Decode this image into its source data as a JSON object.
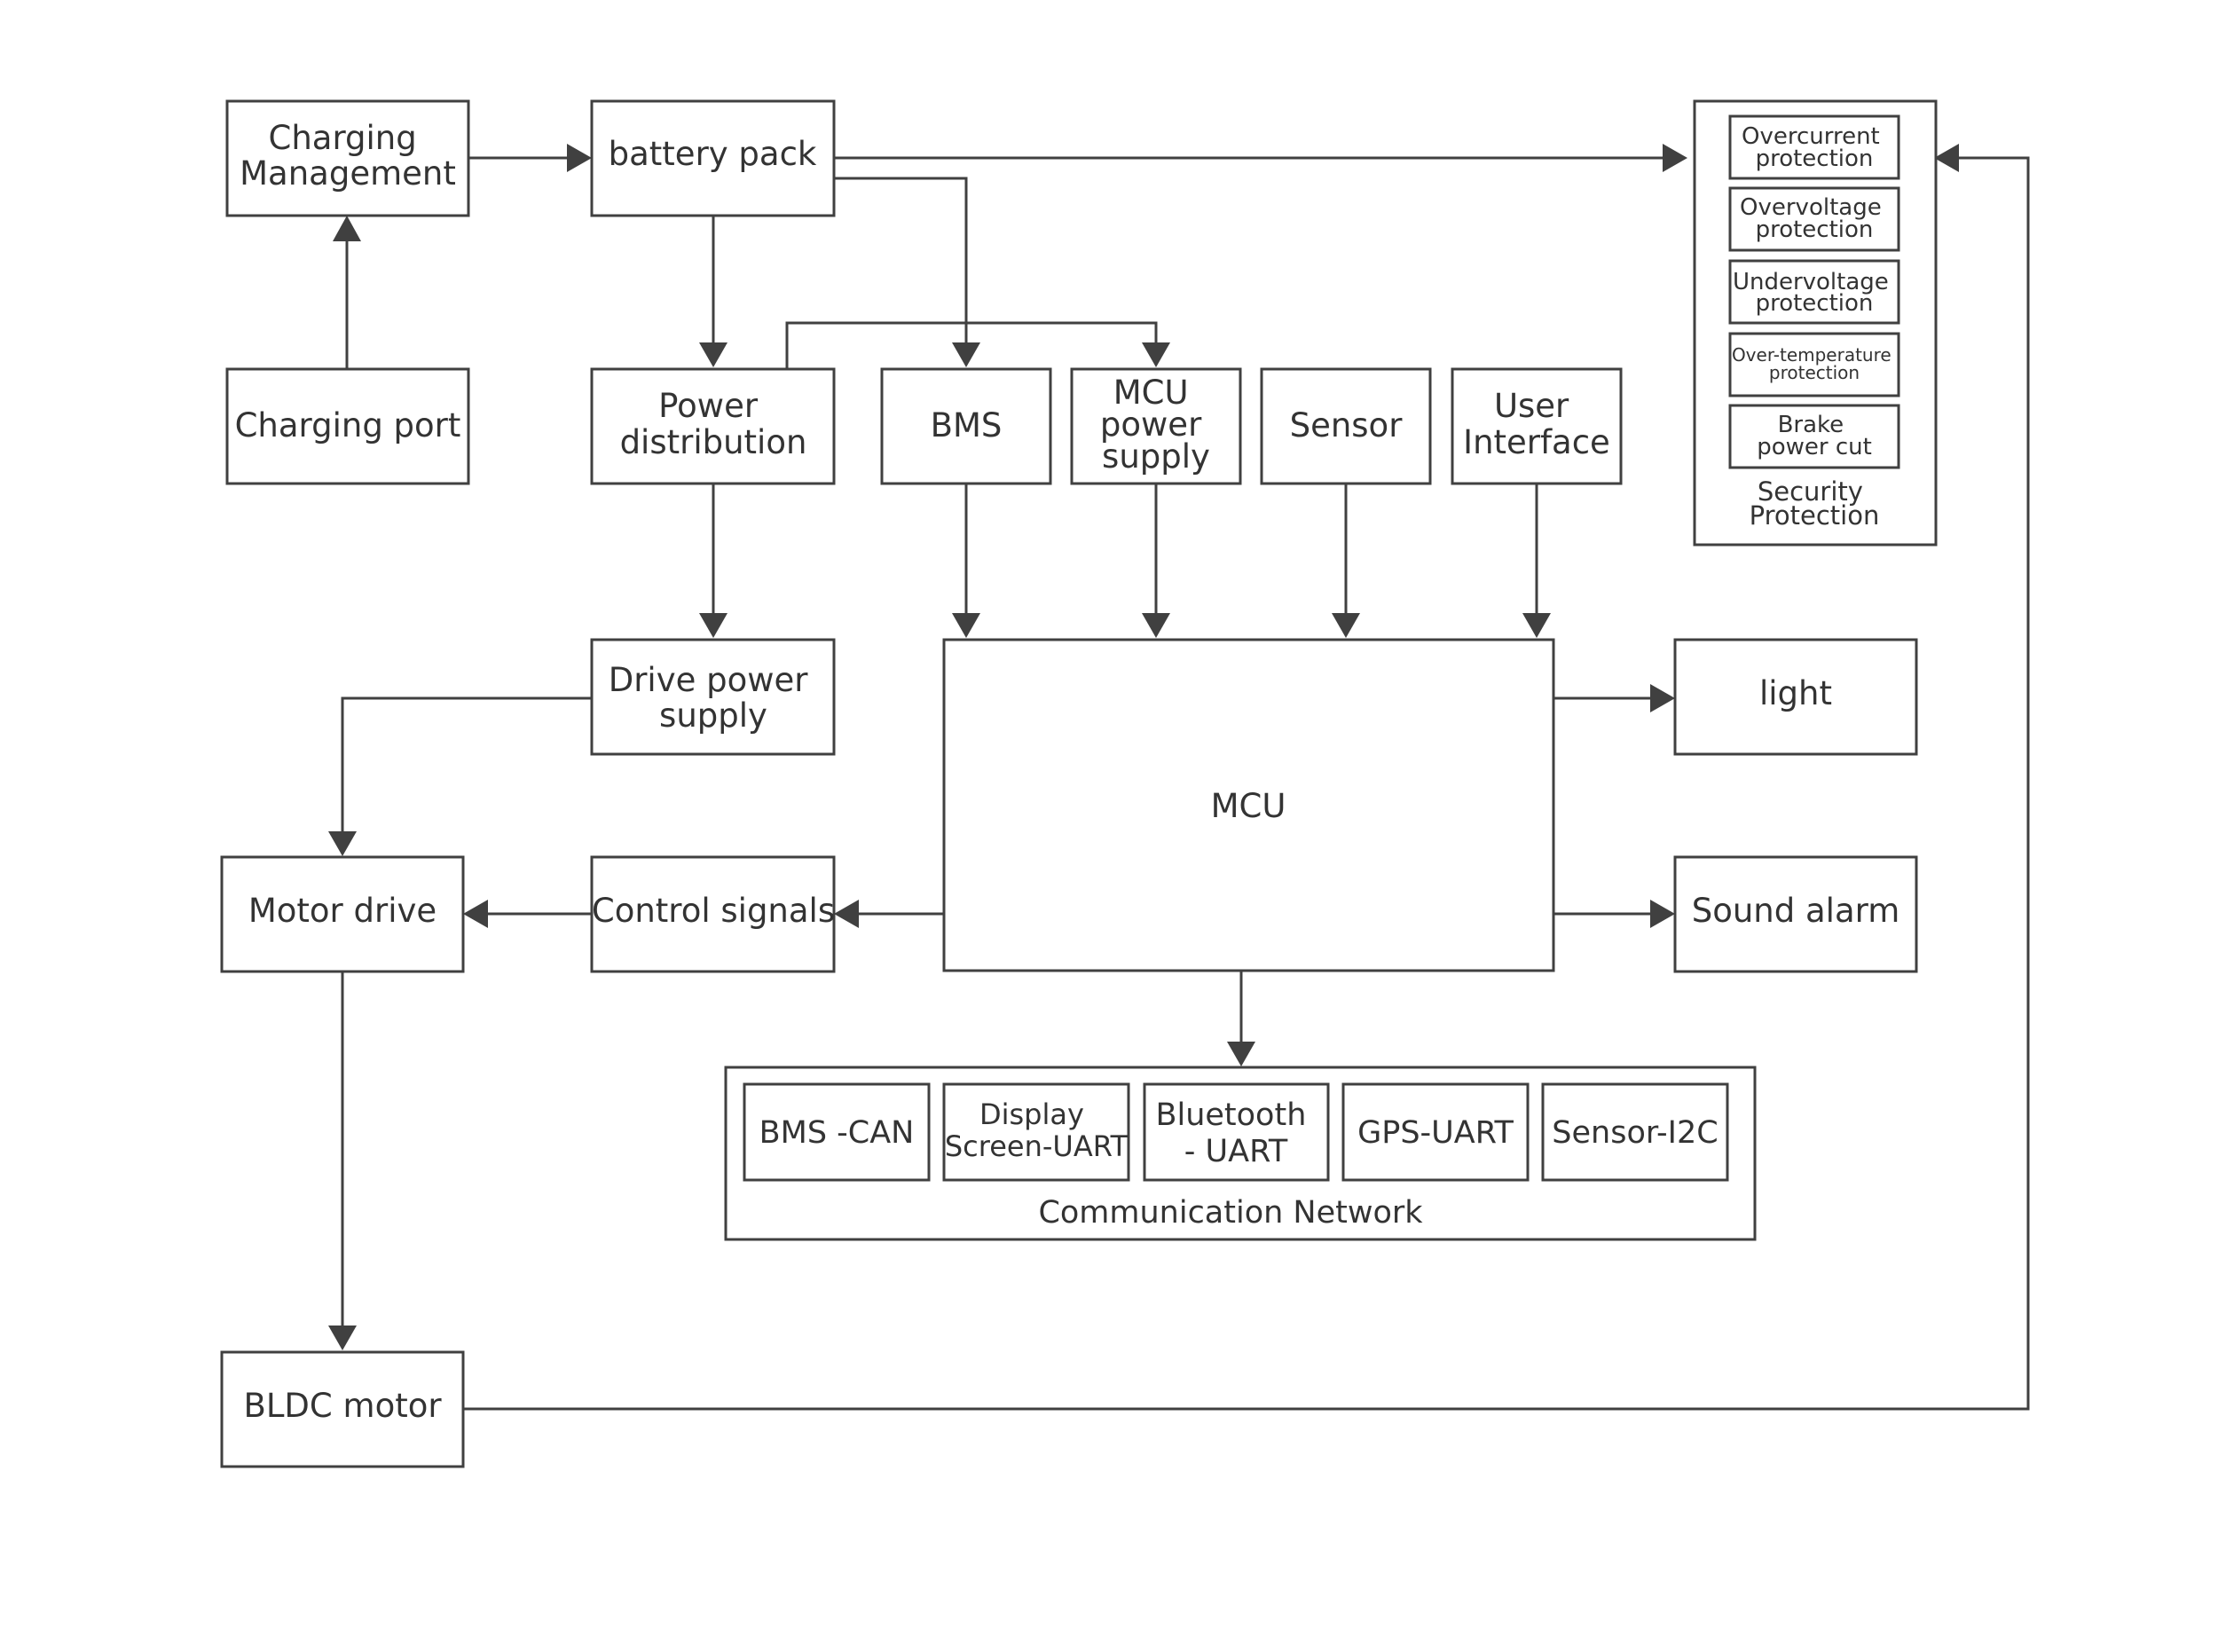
{
  "nodes": {
    "charging_management": [
      "Charging",
      "Management"
    ],
    "charging_port": "Charging port",
    "battery_pack": "battery pack",
    "power_distribution": [
      "Power",
      "distribution"
    ],
    "bms": "BMS",
    "mcu_power_supply": [
      "MCU",
      "power",
      "supply"
    ],
    "sensor": "Sensor",
    "user_interface": [
      "User",
      "Interface"
    ],
    "drive_power_supply": [
      "Drive power",
      "supply"
    ],
    "mcu": "MCU",
    "light": "light",
    "sound_alarm": "Sound alarm",
    "control_signals": "Control signals",
    "motor_drive": "Motor drive",
    "bldc_motor": "BLDC motor"
  },
  "security": {
    "title": [
      "Security",
      "Protection"
    ],
    "items": [
      [
        "Overcurrent",
        "protection"
      ],
      [
        "Overvoltage",
        "protection"
      ],
      [
        "Undervoltage",
        "protection"
      ],
      [
        "Over-temperature",
        "protection"
      ],
      [
        "Brake",
        "power cut"
      ]
    ]
  },
  "communication": {
    "title": "Communication Network",
    "items": [
      [
        "BMS -CAN"
      ],
      [
        "Display",
        "Screen-UART"
      ],
      [
        "Bluetooth",
        "- UART"
      ],
      [
        "GPS-UART"
      ],
      [
        "Sensor-I2C"
      ]
    ]
  },
  "colors": {
    "line": "#404040",
    "text": "#333333",
    "background": "#ffffff"
  }
}
